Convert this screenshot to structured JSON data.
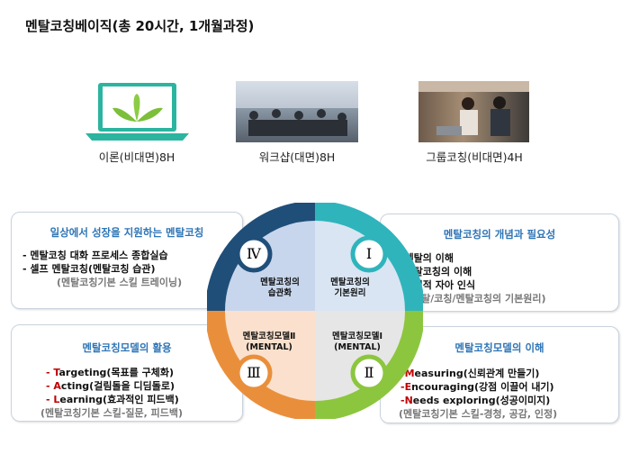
{
  "title": "멘탈코칭베이직(총 20시간, 1개월과정)",
  "formats": [
    {
      "label": "이론(비대면)8H",
      "icon": "laptop-plant-image"
    },
    {
      "label": "워크샵(대면)8H",
      "icon": "workshop-photo"
    },
    {
      "label": "그룹코칭(비대면)4H",
      "icon": "group-coaching-photo"
    }
  ],
  "boxes": {
    "iv": {
      "heading": "일상에서 성장을 지원하는 멘탈코칭",
      "items": [
        "- 멘탈코칭 대화 프로세스 종합실습",
        "- 셀프 멘탈코칭(멘탈코칭 습관)"
      ],
      "note": "(멘탈코칭기본 스킬 트레이닝)"
    },
    "i": {
      "heading": "멘탈코칭의 개념과 필요성",
      "items": [
        "-멘탈의 이해",
        "-멘탈코칭의 이해",
        "-긍정적 자아 인식"
      ],
      "note": "(멘탈/코칭/멘탈코칭의 기본원리)"
    },
    "iii": {
      "heading": "멘탈코칭모델의 활용",
      "items": [
        {
          "dash": "- ",
          "first": "T",
          "rest": "argeting(목표를 구체화)"
        },
        {
          "dash": "- ",
          "first": "A",
          "rest": "cting(걸림돌을 디딤돌로)"
        },
        {
          "dash": "- ",
          "first": "L",
          "rest": "earning(효과적인 피드백)"
        }
      ],
      "note": "(멘탈코칭기본 스킬-질문, 피드백)"
    },
    "ii": {
      "heading": "멘탈코칭모델의 이해",
      "items": [
        {
          "dash": "-",
          "first": "M",
          "rest": "easuring(신뢰관계 만들기)"
        },
        {
          "dash": "-",
          "first": "E",
          "rest": "ncouraging(강점 이끌어 내기)"
        },
        {
          "dash": "-",
          "first": "N",
          "rest": "eeds exploring(성공이미지)"
        }
      ],
      "note": "(멘탈코칭기본 스킬-경청, 공감, 인정)"
    }
  },
  "cycle": {
    "q4": {
      "numeral": "Ⅳ",
      "line1": "멘탈코칭의",
      "line2": "습관화",
      "color": "#1f4e79"
    },
    "q1": {
      "numeral": "Ⅰ",
      "line1": "멘탈코칭의",
      "line2": "기본원리",
      "color": "#2fb4bc"
    },
    "q3": {
      "numeral": "Ⅲ",
      "line1": "멘탈코칭모델Ⅱ",
      "line2": "(MENTAL)",
      "color": "#e98f3c"
    },
    "q2": {
      "numeral": "Ⅱ",
      "line1": "멘탈코칭모델Ⅰ",
      "line2": "(MENTAL)",
      "color": "#8cc63f"
    }
  }
}
